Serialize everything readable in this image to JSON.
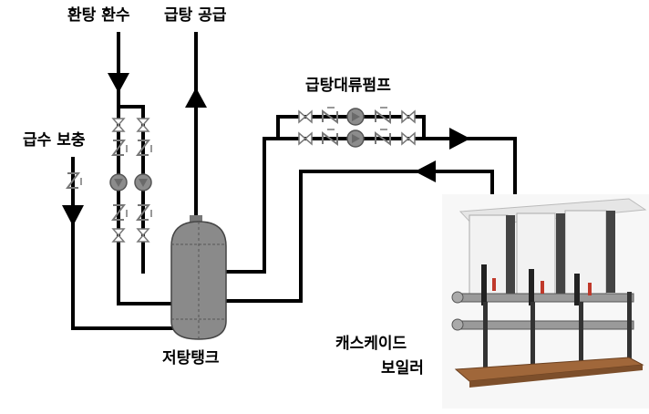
{
  "labels": {
    "return_hot": "환탕 환수",
    "hot_supply": "급탕 공급",
    "makeup_water": "급수 보충",
    "circulation_pump": "급탕대류펌프",
    "storage_tank": "저탕탱크",
    "cascade_boiler_line1": "캐스케이드",
    "cascade_boiler_line2": "보일러"
  },
  "colors": {
    "pipe": "#000000",
    "tank": "#8a8a8a",
    "pump": "#8c8c8c",
    "boiler_body": "#f2f2f2",
    "base_wood": "#a0673a"
  }
}
